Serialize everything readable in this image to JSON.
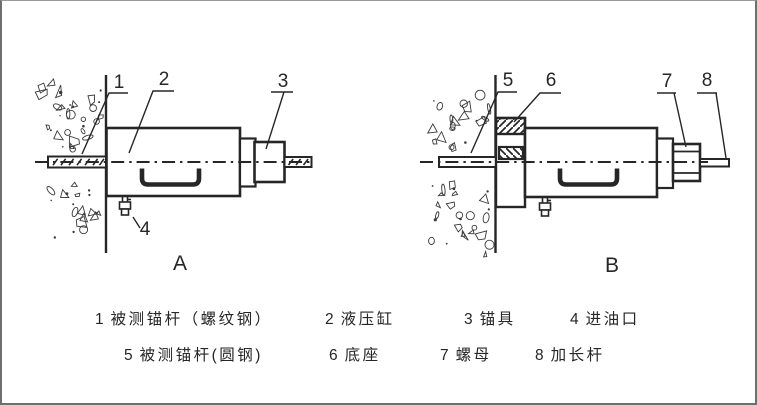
{
  "figure": {
    "diagram_a": {
      "letter": "A",
      "part_labels": [
        "1",
        "2",
        "3",
        "4"
      ]
    },
    "diagram_b": {
      "letter": "B",
      "part_labels": [
        "5",
        "6",
        "7",
        "8"
      ]
    },
    "legend": {
      "rows": [
        {
          "items": [
            {
              "num": "1",
              "label": "被测锚杆（螺纹钢）"
            },
            {
              "num": "2",
              "label": "液压缸"
            },
            {
              "num": "3",
              "label": "锚具"
            },
            {
              "num": "4",
              "label": "进油口"
            }
          ]
        },
        {
          "items": [
            {
              "num": "5",
              "label": "被测锚杆(圆钢)"
            },
            {
              "num": "6",
              "label": "底座"
            },
            {
              "num": "7",
              "label": "螺母"
            },
            {
              "num": "8",
              "label": "加长杆"
            }
          ]
        }
      ]
    },
    "colors": {
      "line": "#262626",
      "texture": "#3a3a3a",
      "border": "#6f6f6f",
      "background": "#ffffff"
    }
  }
}
